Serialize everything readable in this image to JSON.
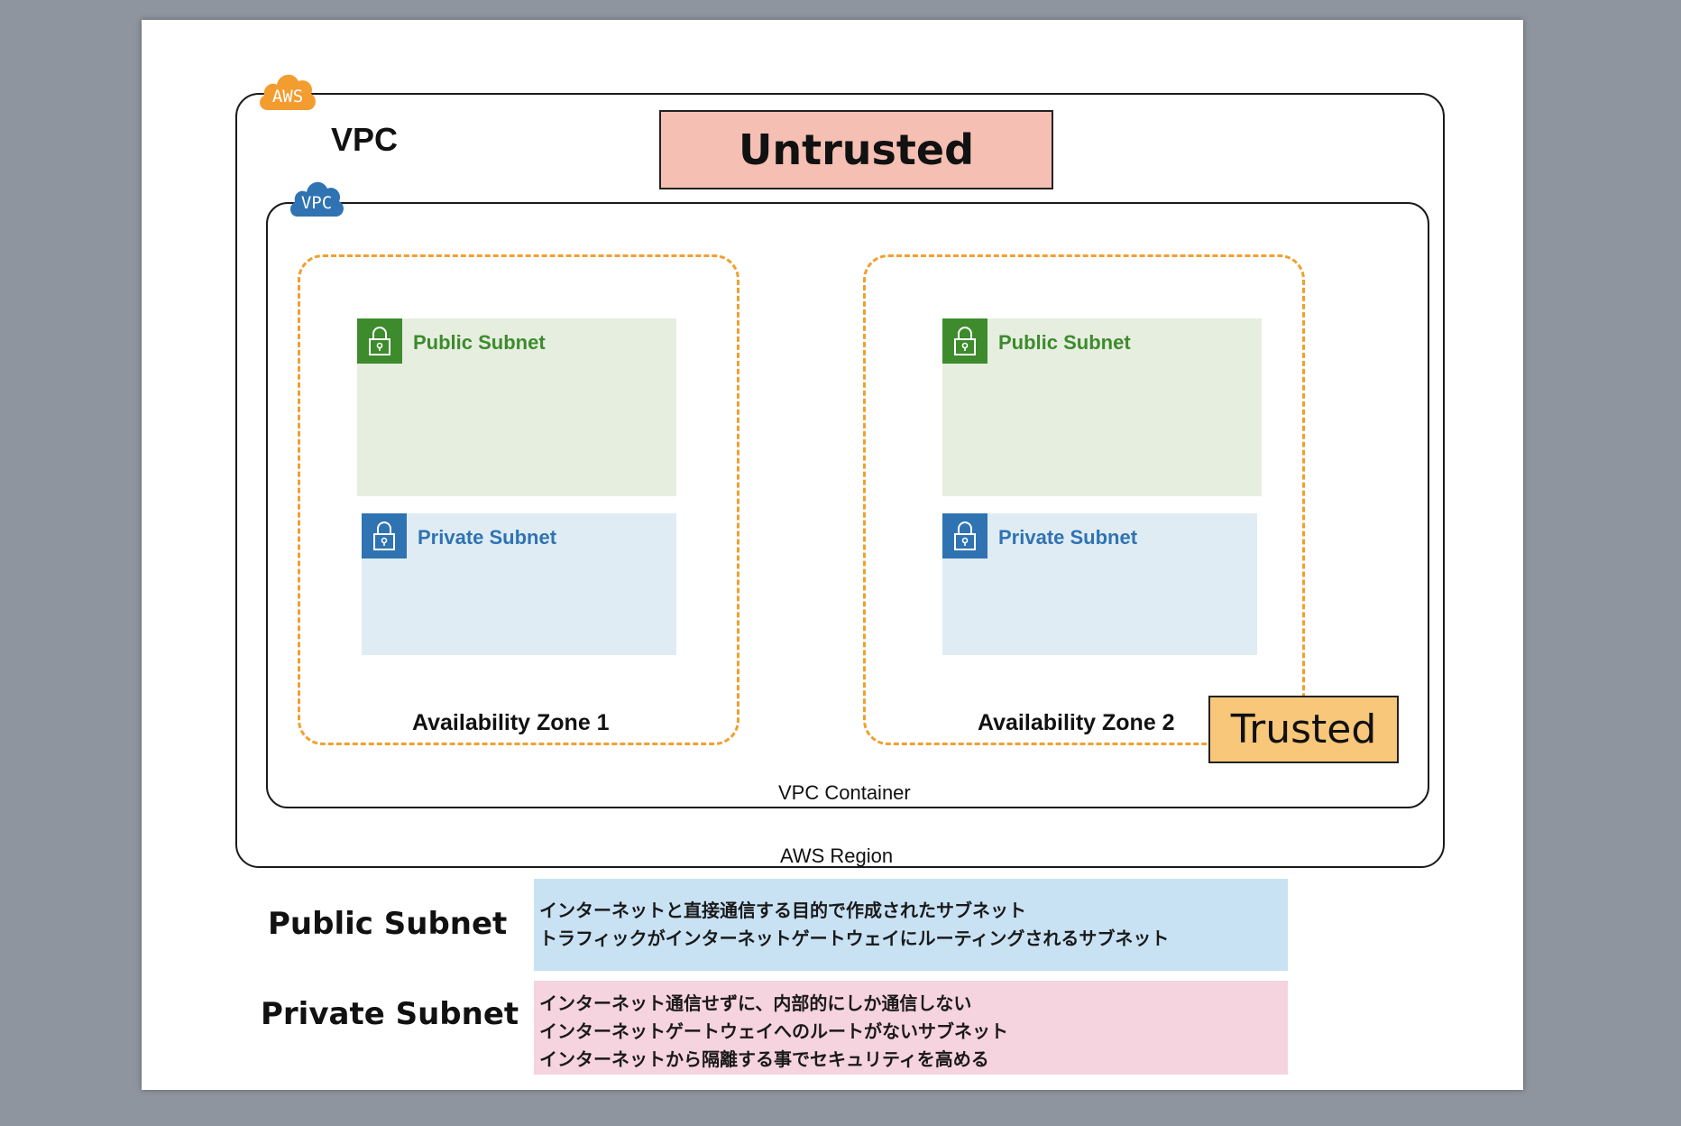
{
  "diagram": {
    "aws_badge": "AWS",
    "vpc_badge": "VPC",
    "vpc_title": "VPC",
    "untrusted_label": "Untrusted",
    "trusted_label": "Trusted",
    "region_label": "AWS Region",
    "vpc_container_label": "VPC Container",
    "zones": [
      {
        "label": "Availability Zone 1",
        "public_subnet": "Public Subnet",
        "private_subnet": "Private Subnet"
      },
      {
        "label": "Availability Zone 2",
        "public_subnet": "Public Subnet",
        "private_subnet": "Private Subnet"
      }
    ]
  },
  "legend": {
    "public": {
      "title": "Public Subnet",
      "lines": [
        "インターネットと直接通信する目的で作成されたサブネット",
        "トラフィックがインターネットゲートウェイにルーティングされるサブネット"
      ]
    },
    "private": {
      "title": "Private Subnet",
      "lines": [
        "インターネット通信せずに、内部的にしか通信しない",
        "インターネットゲートウェイへのルートがないサブネット",
        "インターネットから隔離する事でセキュリティを高める"
      ]
    }
  },
  "colors": {
    "aws_orange": "#f39c30",
    "vpc_blue": "#2f73b3",
    "public_green": "#3d8b2c",
    "untrusted_fill": "#f5bfb3",
    "trusted_fill": "#f8c77a"
  }
}
